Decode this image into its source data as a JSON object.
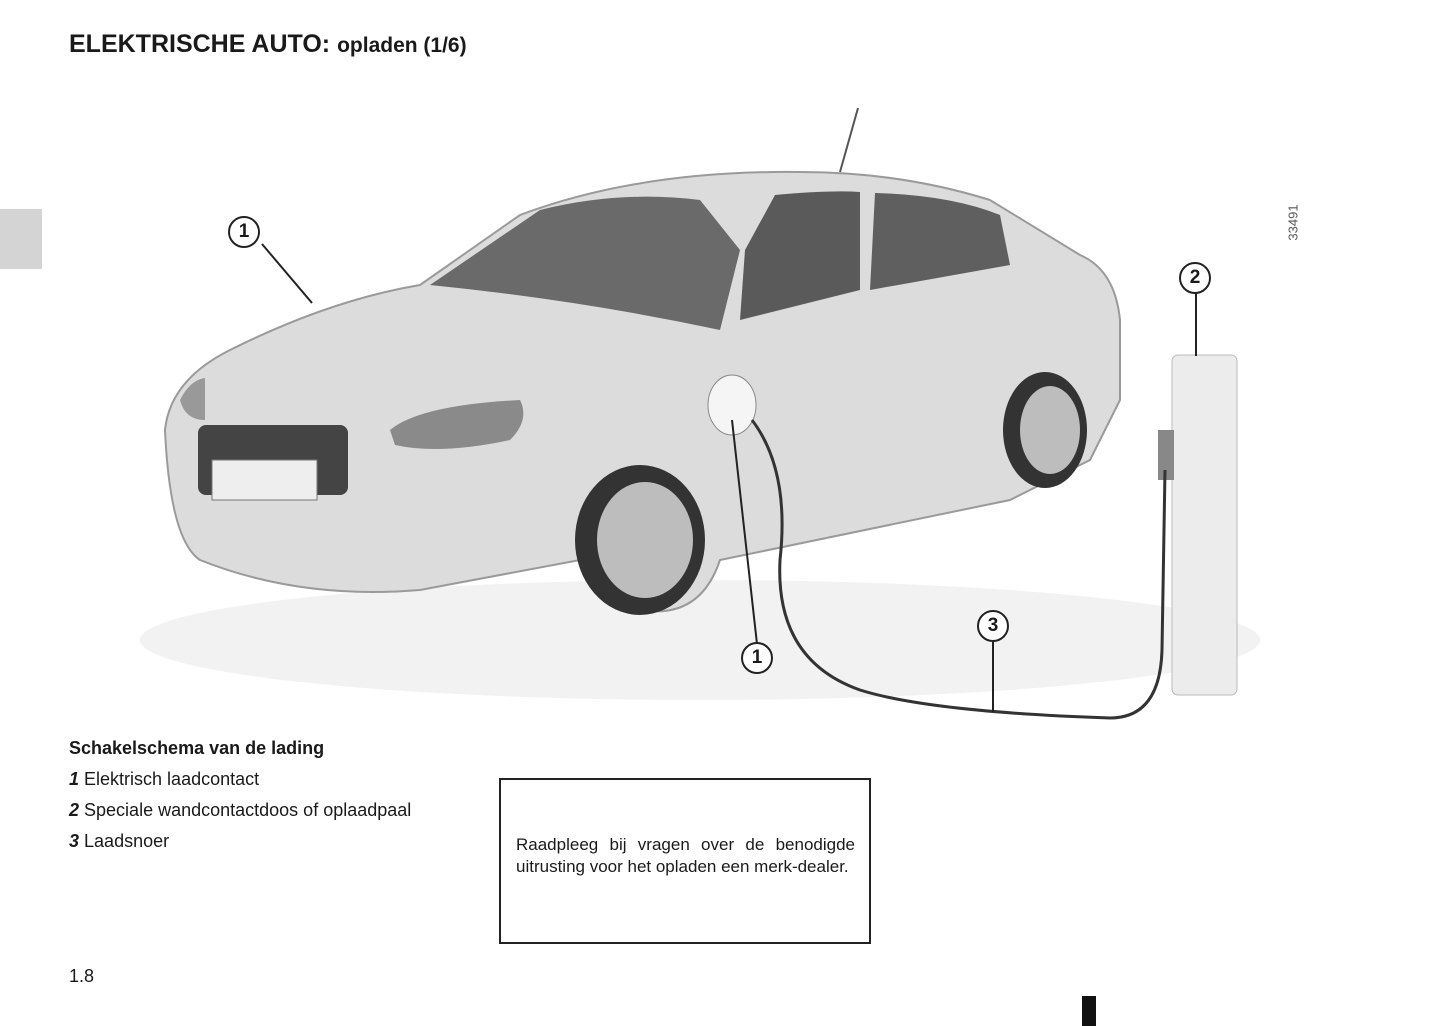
{
  "header": {
    "title_main": "ELEKTRISCHE AUTO:",
    "title_sub": "opladen (1/6)"
  },
  "figure": {
    "figure_id": "33491",
    "callouts": [
      "1",
      "2",
      "1",
      "3"
    ]
  },
  "legend": {
    "heading": "Schakelschema van de lading",
    "items": [
      {
        "num": "1",
        "label": "Elektrisch laadcontact"
      },
      {
        "num": "2",
        "label": "Speciale wandcontactdoos of oplaadpaal"
      },
      {
        "num": "3",
        "label": "Laadsnoer"
      }
    ]
  },
  "note": {
    "text": "Raadpleeg bij vragen over de benodigde uitrusting voor het opladen een merk-dealer."
  },
  "footer": {
    "page_number": "1.8"
  }
}
